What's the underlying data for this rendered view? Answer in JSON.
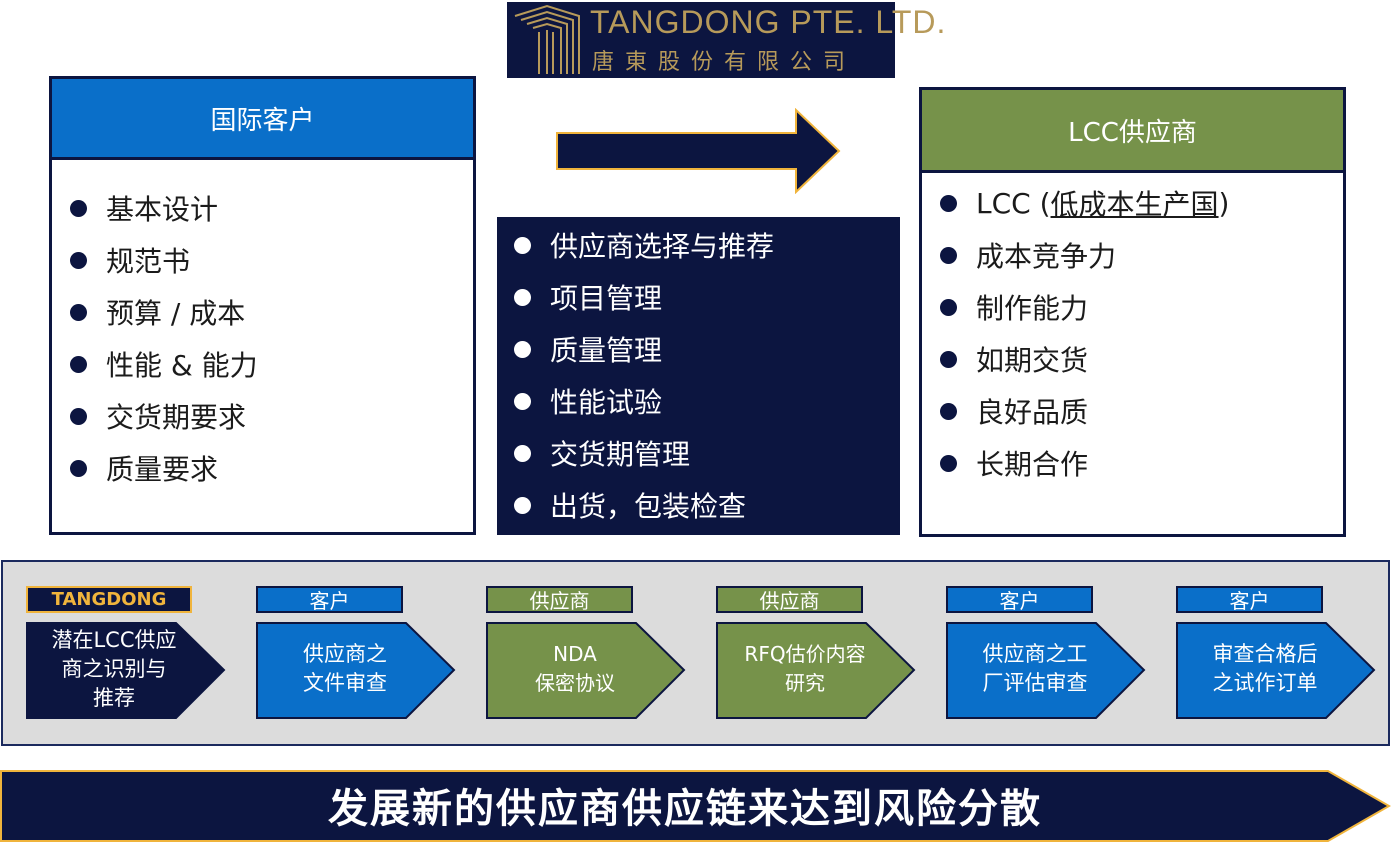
{
  "logo": {
    "name_en": "TANGDONG PTE. LTD.",
    "name_cn": "唐東股份有限公司"
  },
  "left_panel": {
    "title": "国际客户",
    "items": [
      "基本设计",
      "规范书",
      "预算 / 成本",
      "性能 & 能力",
      "交货期要求",
      "质量要求"
    ]
  },
  "middle_panel": {
    "items": [
      "供应商选择与推荐",
      "项目管理",
      "质量管理",
      "性能试验",
      "交货期管理",
      "出货，包装检查"
    ]
  },
  "right_panel": {
    "title": "LCC供应商",
    "items": [
      {
        "prefix": "LCC (",
        "link": "低成本生产国",
        "suffix": ")"
      },
      {
        "text": "成本竞争力"
      },
      {
        "text": "制作能力"
      },
      {
        "text": "如期交货"
      },
      {
        "text": "良好品质"
      },
      {
        "text": "长期合作"
      }
    ]
  },
  "process": {
    "steps": [
      {
        "tag": "TANGDONG",
        "label": "潜在LCC供应\n商之识别与\n推荐",
        "color": "#0c1540",
        "tag_color": "#0c1540",
        "tag_text_color": "#f0b43c"
      },
      {
        "tag": "客户",
        "label": "供应商之\n文件审查",
        "color": "#0a6fc9",
        "tag_color": "#0a6fc9",
        "tag_text_color": "#ffffff"
      },
      {
        "tag": "供应商",
        "label": "NDA\n保密协议",
        "color": "#76924a",
        "tag_color": "#76924a",
        "tag_text_color": "#ffffff"
      },
      {
        "tag": "供应商",
        "label": "RFQ估价内容\n研究",
        "color": "#76924a",
        "tag_color": "#76924a",
        "tag_text_color": "#ffffff"
      },
      {
        "tag": "客户",
        "label": "供应商之工\n厂评估审查",
        "color": "#0a6fc9",
        "tag_color": "#0a6fc9",
        "tag_text_color": "#ffffff"
      },
      {
        "tag": "客户",
        "label": "审查合格后\n之试作订单",
        "color": "#0a6fc9",
        "tag_color": "#0a6fc9",
        "tag_text_color": "#ffffff"
      }
    ]
  },
  "footer": {
    "text": "发展新的供应商供应链来达到风险分散"
  },
  "colors": {
    "navy": "#0c1540",
    "blue": "#0a6fc9",
    "green": "#76924a",
    "gold": "#b79a5a",
    "band": "#dcdcdc"
  }
}
